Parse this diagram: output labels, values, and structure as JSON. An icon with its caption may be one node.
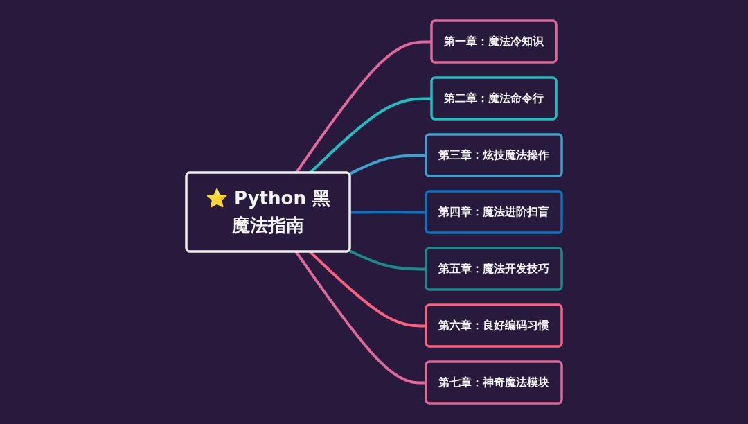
{
  "diagram": {
    "nodes": [
      {
        "text": [
          "⭐ Python 黑魔法指南"
        ]
      },
      {
        "text": [
          "第一章：魔法冷知识"
        ]
      },
      {
        "text": [
          "第二章：魔法命令行"
        ]
      },
      {
        "text": [
          "第三章：炫技魔法操作"
        ]
      },
      {
        "text": [
          "第四章：魔法进阶扫盲"
        ]
      },
      {
        "text": [
          "第五章：魔法开发技巧"
        ]
      },
      {
        "text": [
          "第六章：良好编码习惯"
        ]
      },
      {
        "text": [
          "第七章：神奇魔法模块"
        ]
      }
    ],
    "edges": [
      {
        "from": 0,
        "to": 1,
        "arrow": "none",
        "color": "#e0689a"
      },
      {
        "from": 0,
        "to": 2,
        "arrow": "none",
        "color": "#1fbfbf"
      },
      {
        "from": 0,
        "to": 3,
        "arrow": "none",
        "color": "#3aa3d0"
      },
      {
        "from": 0,
        "to": 4,
        "arrow": "none",
        "color": "#0a74c0"
      },
      {
        "from": 0,
        "to": 5,
        "arrow": "none",
        "color": "#1a8a8a"
      },
      {
        "from": 0,
        "to": 6,
        "arrow": "none",
        "color": "#ff5f7e"
      },
      {
        "from": 0,
        "to": 7,
        "arrow": "none",
        "color": "#e0689a"
      }
    ]
  }
}
